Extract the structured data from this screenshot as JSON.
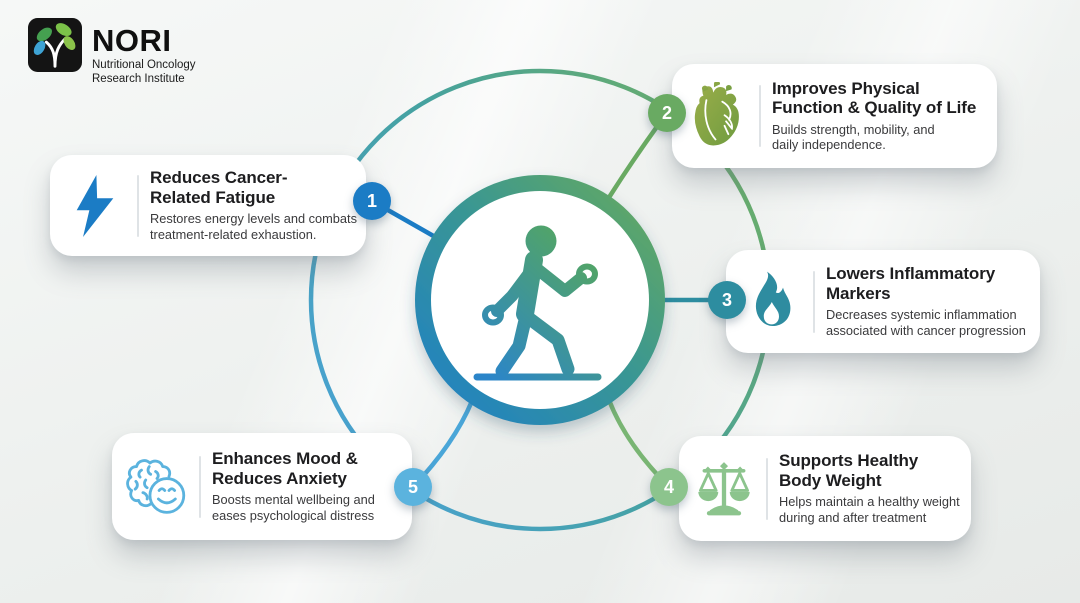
{
  "logo": {
    "name": "NORI",
    "subtitle_line1": "Nutritional Oncology",
    "subtitle_line2": "Research Institute",
    "icon": "sapling-plant-icon"
  },
  "center": {
    "icon": "walking-person-with-dumbbells-icon",
    "ring_gradient": [
      "#1f80c6",
      "#67aa5e"
    ]
  },
  "palette": {
    "blue": "#1b7cc5",
    "green": "#69aa62",
    "teal": "#2d8da0",
    "light_green": "#8cc48d",
    "light_blue": "#5bb3de"
  },
  "cards": [
    {
      "number": "1",
      "icon": "lightning-bolt-icon",
      "accent": "#1b7cc5",
      "title1": "Reduces Cancer-",
      "title2": "Related Fatigue",
      "desc1": "Restores energy levels and combats",
      "desc2": "treatment-related exhaustion."
    },
    {
      "number": "2",
      "icon": "anatomical-heart-icon",
      "accent": "#69aa62",
      "title1": "Improves Physical",
      "title2": "Function & Quality of Life",
      "desc1": "Builds strength, mobility, and",
      "desc2": "daily independence."
    },
    {
      "number": "3",
      "icon": "flame-icon",
      "accent": "#2d8da0",
      "title1": "Lowers Inflammatory",
      "title2": "Markers",
      "desc1": "Decreases systemic inflammation",
      "desc2": "associated with cancer progression"
    },
    {
      "number": "4",
      "icon": "balance-scale-icon",
      "accent": "#8cc48d",
      "title1": "Supports Healthy",
      "title2": "Body Weight",
      "desc1": "Helps maintain a healthy weight",
      "desc2": "during and after treatment"
    },
    {
      "number": "5",
      "icon": "brain-smiley-icon",
      "accent": "#5bb3de",
      "title1": "Enhances Mood &",
      "title2": "Reduces Anxiety",
      "desc1": "Boosts mental wellbeing and",
      "desc2": "eases psychological distress"
    }
  ]
}
